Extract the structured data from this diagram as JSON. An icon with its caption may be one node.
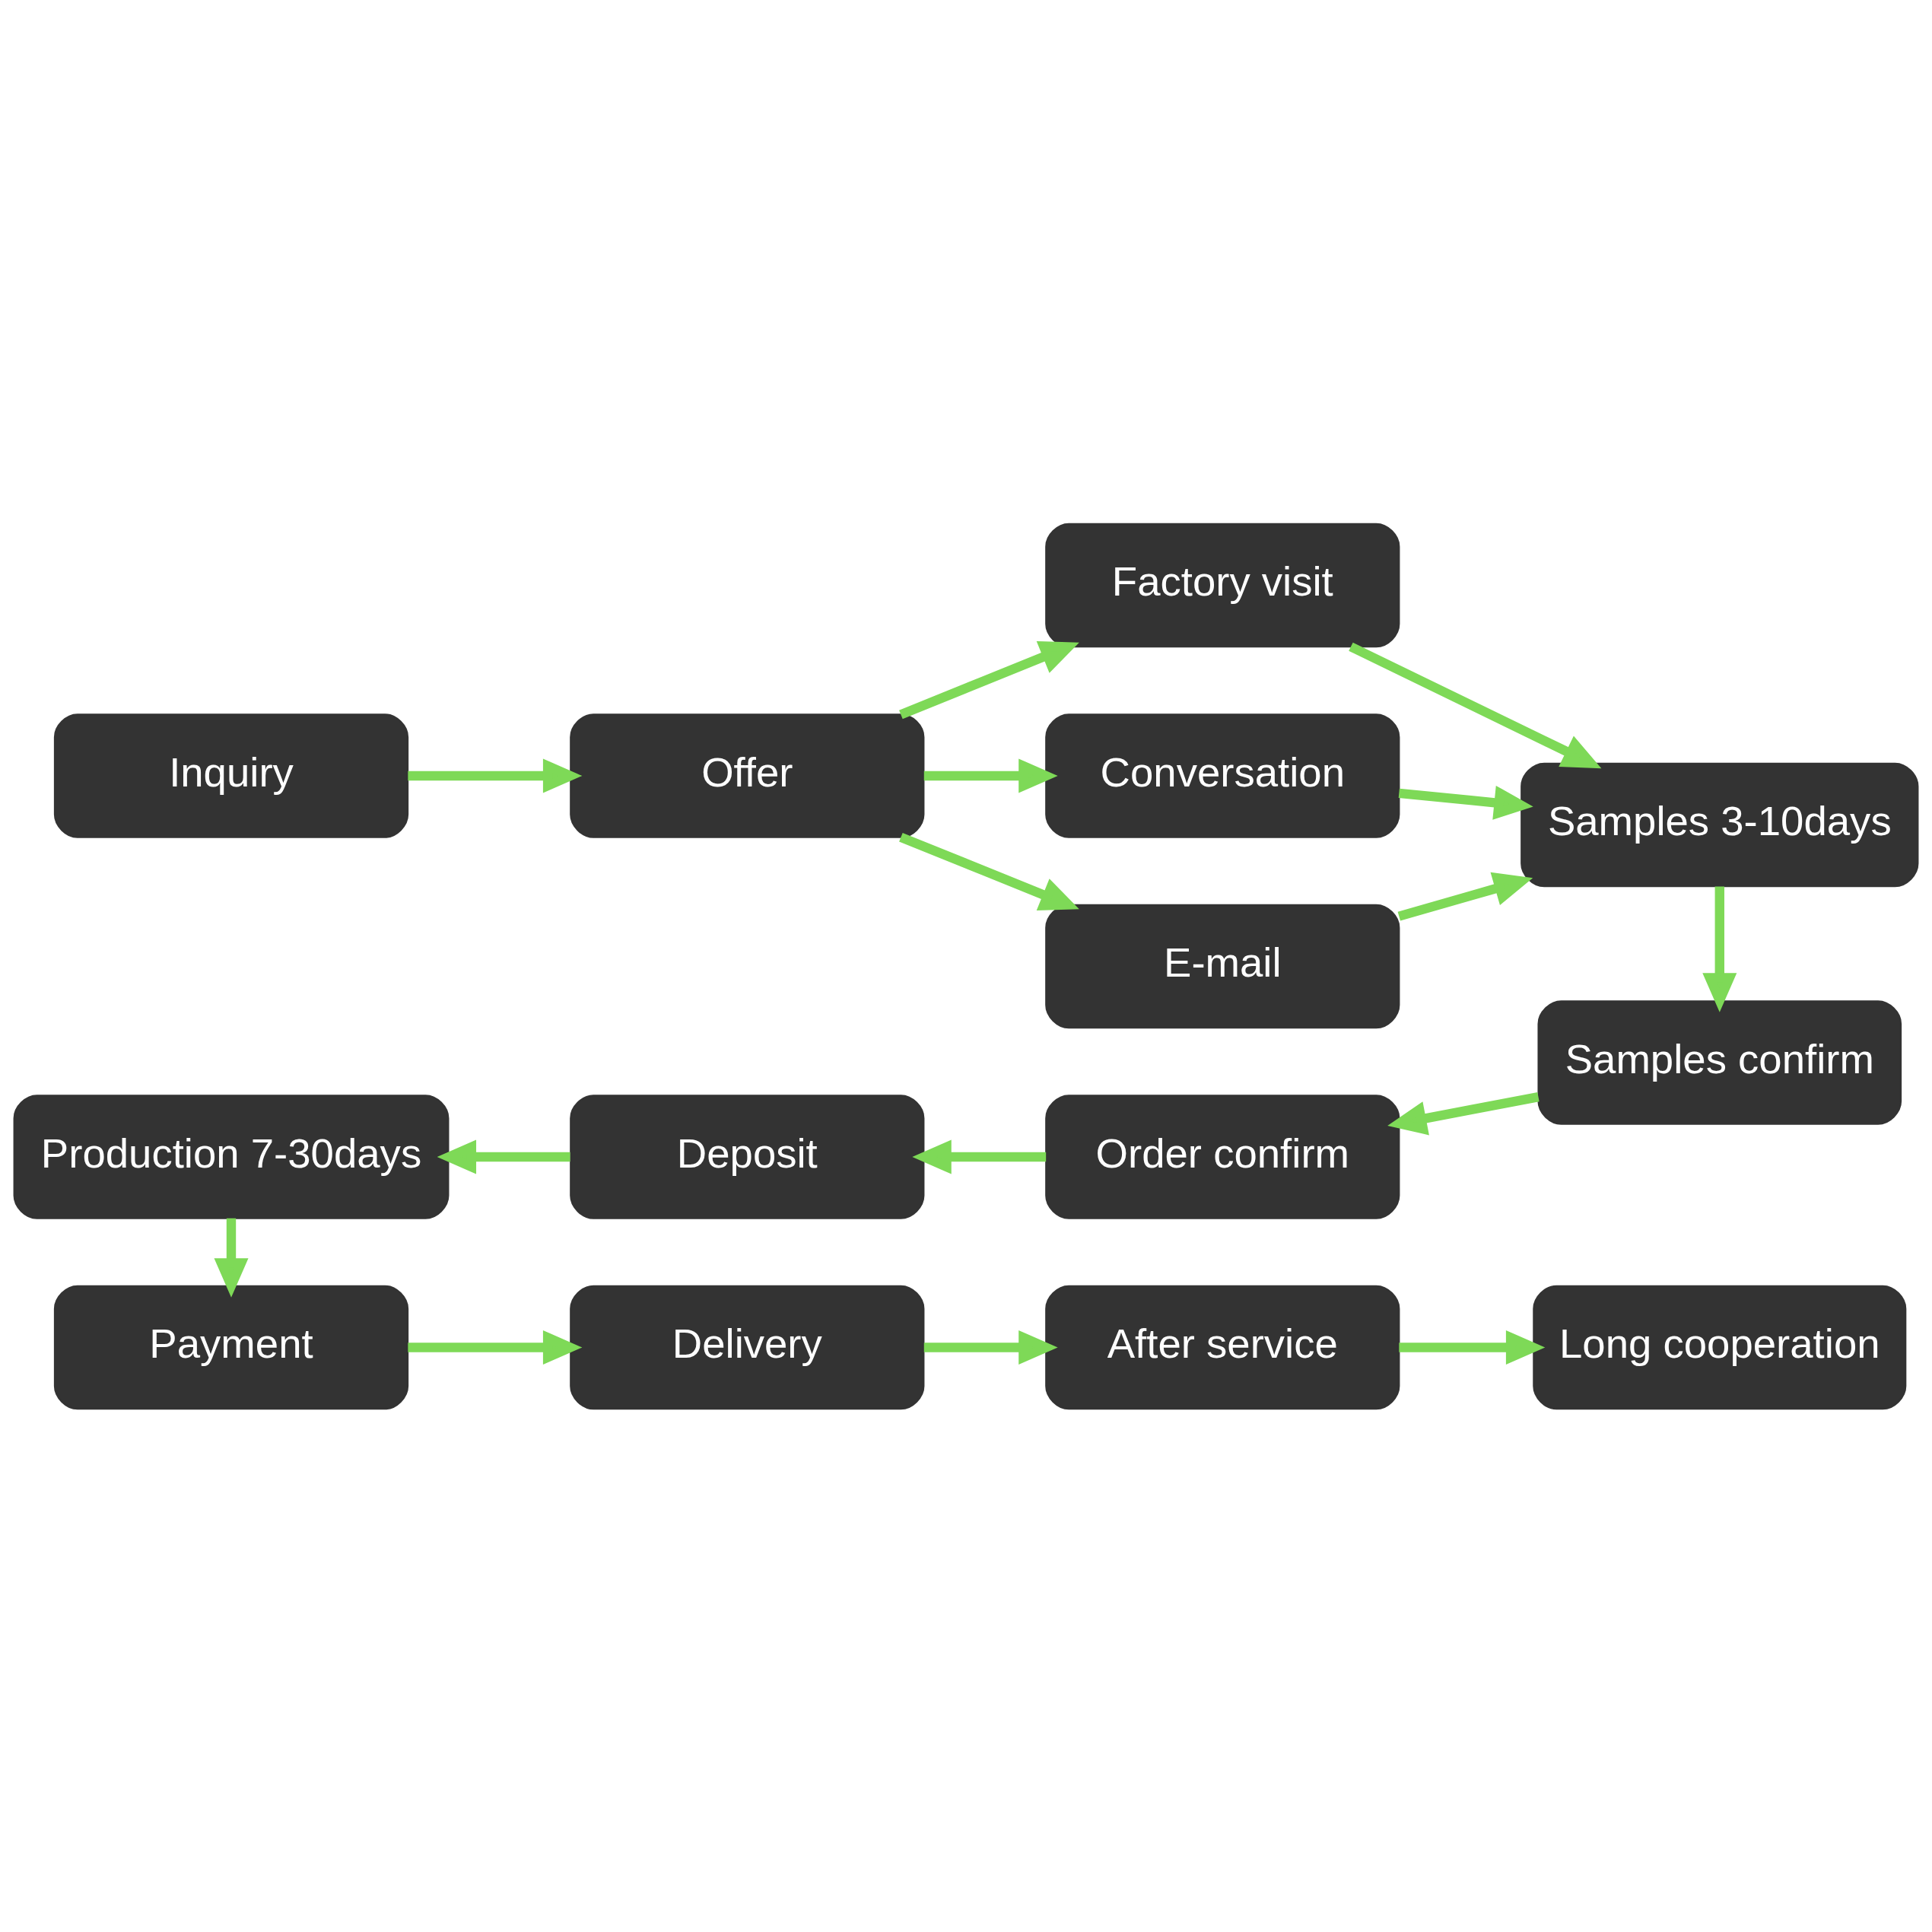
{
  "diagram": {
    "nodes": [
      {
        "text": [
          "Inquiry"
        ]
      },
      {
        "text": [
          "Offer"
        ]
      },
      {
        "text": [
          "Factory visit"
        ]
      },
      {
        "text": [
          "Conversation"
        ]
      },
      {
        "text": [
          "E-mail"
        ]
      },
      {
        "text": [
          "Samples 3-10days"
        ]
      },
      {
        "text": [
          "Samples confirm"
        ]
      },
      {
        "text": [
          "Order confirm"
        ]
      },
      {
        "text": [
          "Deposit"
        ]
      },
      {
        "text": [
          "Production 7-30days"
        ]
      },
      {
        "text": [
          "Payment"
        ]
      },
      {
        "text": [
          "Delivery"
        ]
      },
      {
        "text": [
          "After service"
        ]
      },
      {
        "text": [
          "Long cooperation"
        ]
      }
    ],
    "edges": [
      {
        "from": 0,
        "to": 1,
        "arrow": "to"
      },
      {
        "from": 1,
        "to": 2,
        "arrow": "to"
      },
      {
        "from": 1,
        "to": 3,
        "arrow": "to"
      },
      {
        "from": 1,
        "to": 4,
        "arrow": "to"
      },
      {
        "from": 2,
        "to": 5,
        "arrow": "to"
      },
      {
        "from": 3,
        "to": 5,
        "arrow": "to"
      },
      {
        "from": 4,
        "to": 5,
        "arrow": "to"
      },
      {
        "from": 5,
        "to": 6,
        "arrow": "to"
      },
      {
        "from": 6,
        "to": 7,
        "arrow": "to"
      },
      {
        "from": 7,
        "to": 8,
        "arrow": "to"
      },
      {
        "from": 8,
        "to": 9,
        "arrow": "to"
      },
      {
        "from": 9,
        "to": 10,
        "arrow": "to"
      },
      {
        "from": 10,
        "to": 11,
        "arrow": "to"
      },
      {
        "from": 11,
        "to": 12,
        "arrow": "to"
      },
      {
        "from": 12,
        "to": 13,
        "arrow": "to"
      }
    ]
  }
}
